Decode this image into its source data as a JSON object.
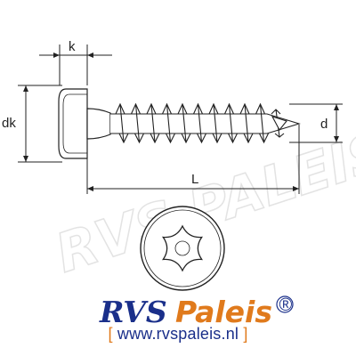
{
  "dimensions": {
    "k": "k",
    "dk": "dk",
    "d": "d",
    "L": "L"
  },
  "watermark": {
    "text": "RVS PALEIS",
    "color": "#e6e6e6"
  },
  "brand": {
    "part1": "RVS",
    "part2": "Paleis",
    "registered": "®",
    "color_primary": "#1a2f8a",
    "color_accent": "#e07a1c"
  },
  "url": {
    "open_bracket": "[",
    "text": "www.rvspaleis.nl",
    "close_bracket": "]"
  },
  "icons": {
    "head_view": "torx-head-icon"
  },
  "colors": {
    "line": "#222222",
    "background": "#ffffff"
  }
}
